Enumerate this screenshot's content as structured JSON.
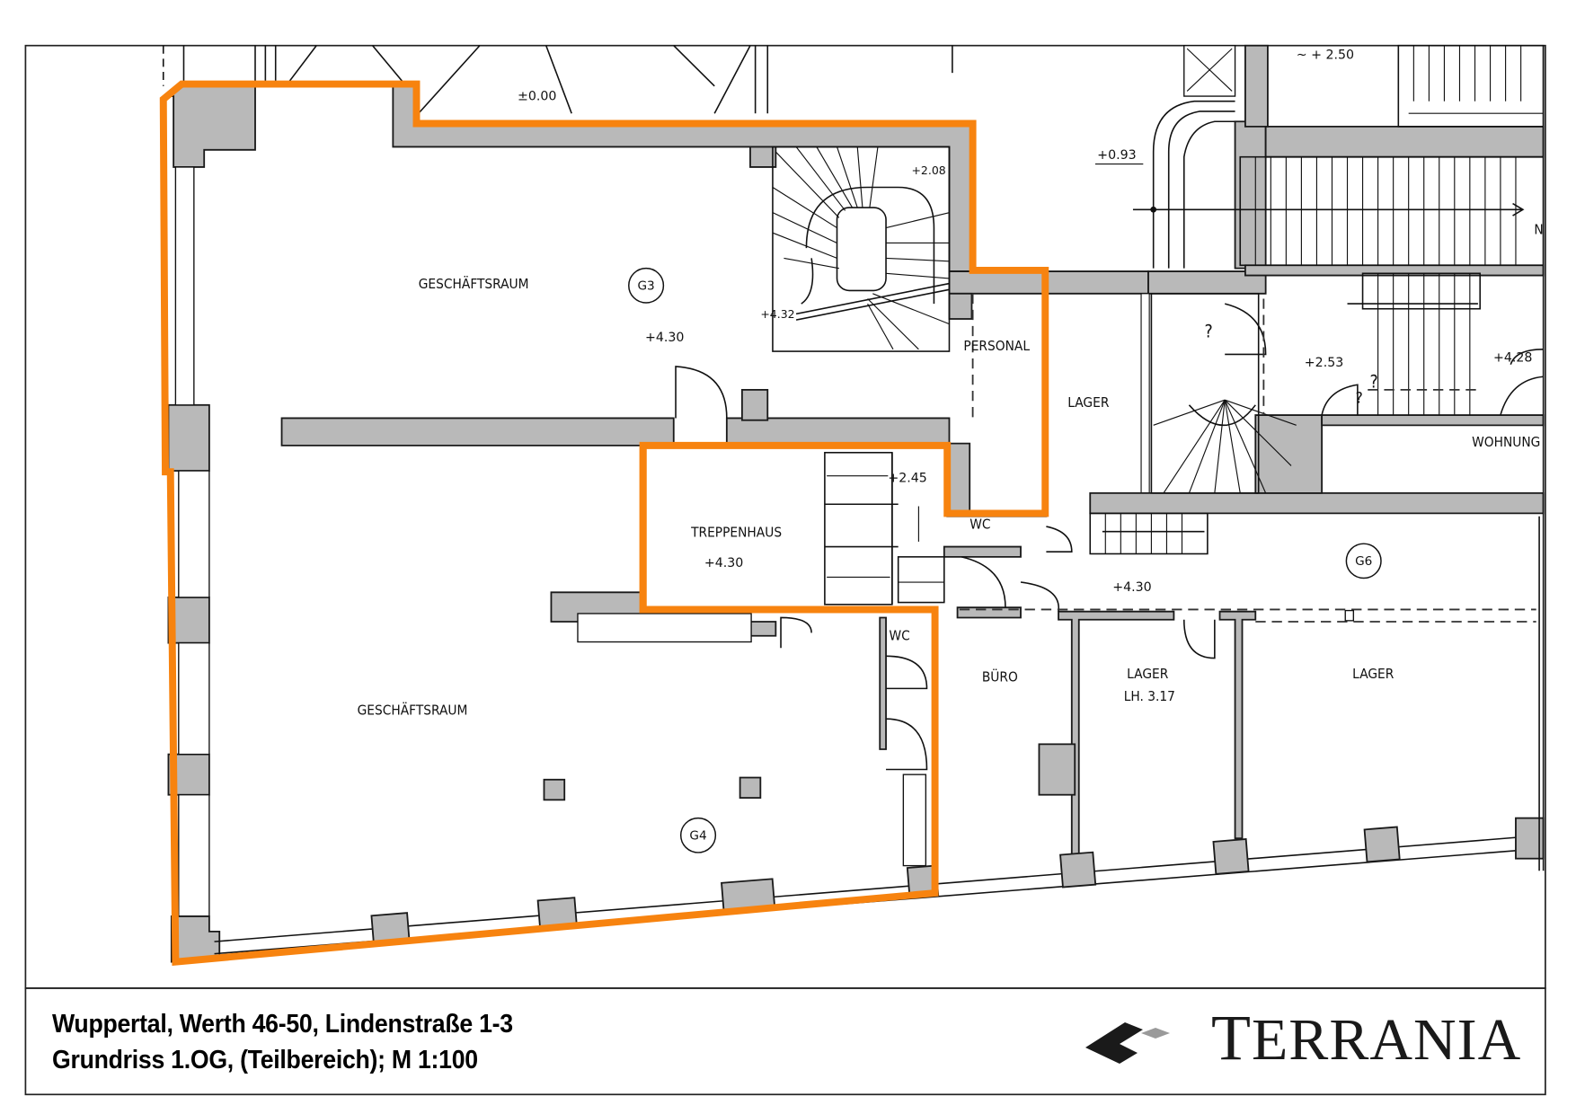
{
  "document": {
    "title_line1": "Wuppertal, Werth 46-50, Lindenstraße 1-3",
    "title_line2": "Grundriss 1.OG, (Teilbereich); M 1:100",
    "logo": {
      "icon": "terrania-diamond-logo-icon",
      "first_letter": "T",
      "rest": "ERRANIA"
    }
  },
  "colors": {
    "highlight_outline": "#f7830f",
    "wall_fill": "#b9b9b9",
    "line": "#111111"
  },
  "plan": {
    "rooms": [
      {
        "id": "G3",
        "label": "GESCHÄFTSRAUM",
        "level": "+4.30"
      },
      {
        "id": "G4",
        "label": "GESCHÄFTSRAUM"
      },
      {
        "label": "TREPPENHAUS",
        "level": "+4.30"
      },
      {
        "label": "PERSONAL"
      },
      {
        "label": "LAGER"
      },
      {
        "label": "WC"
      },
      {
        "label": "WC"
      },
      {
        "label": "BÜRO"
      },
      {
        "label": "LAGER",
        "sublabel": "LH. 3.17"
      },
      {
        "label": "LAGER"
      },
      {
        "label": "WOHNUNG"
      },
      {
        "id": "G6",
        "level": "+4.30"
      }
    ],
    "levels": {
      "courtyard": "±0.00",
      "top_right": "~ + 2.50",
      "stair_landing_a": "+0.93",
      "spiral_top": "+2.08",
      "spiral_bottom": "+4.32",
      "stair_mid": "+2.45",
      "right_stair": "+2.53",
      "far_right": "+4.28"
    },
    "unknown_marks": [
      "?",
      "?",
      "?"
    ],
    "north_mark": "N"
  }
}
